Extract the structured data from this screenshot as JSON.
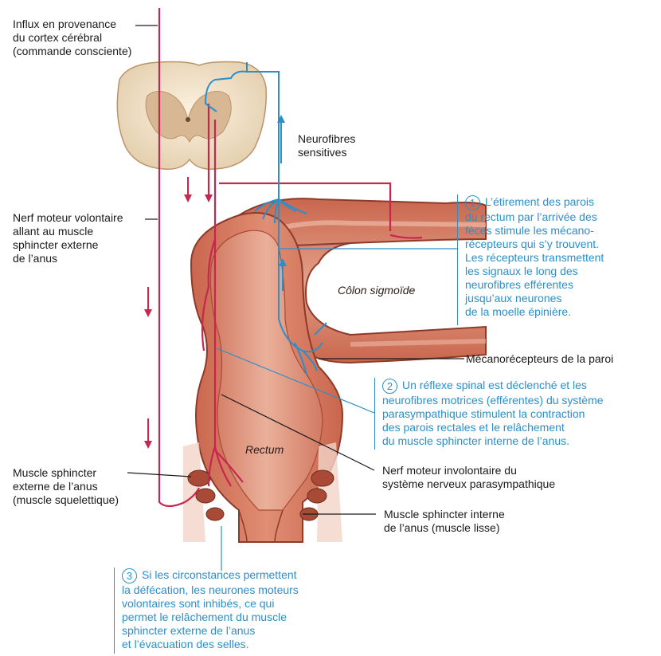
{
  "labels": {
    "influx": "Influx en provenance\ndu cortex cérébral\n(commande consciente)",
    "nerf_volontaire": "Nerf moteur volontaire\nallant au muscle\nsphincter externe\nde l’anus",
    "sphincter_externe": "Muscle sphincter\nexterne de l’anus\n(muscle squelettique)",
    "neurofibres_sensitives": "Neurofibres\nsensitives",
    "colon": "Côlon sigmoïde",
    "rectum": "Rectum",
    "mecanorecepteurs": "Mécanorécepteurs de la paroi",
    "nerf_involontaire": "Nerf moteur involontaire du\nsystème nerveux parasympathique",
    "sphincter_interne": "Muscle sphincter interne\nde l’anus (muscle lisse)"
  },
  "steps": [
    {
      "number": "1",
      "text": "L’étirement des parois\ndu rectum par l’arrivée des\nfèces stimule les mécano-\nrécepteurs qui s’y trouvent.\nLes récepteurs transmettent\nles signaux le long des\nneurofibres efférentes\njusqu’aux neurones\nde la moelle épinière."
    },
    {
      "number": "2",
      "text": "Un réflexe spinal est déclenché et les\nneurofibres motrices (efférentes) du système\nparasympathique stimulent la contraction\ndes parois rectales et le relâchement\ndu muscle sphincter interne de l’anus."
    },
    {
      "number": "3",
      "text": "Si les circonstances permettent\nla défécation, les neurones moteurs\nvolontaires sont inhibés, ce qui\npermet le relâchement du muscle\nsphincter externe de l’anus\net l’évacuation des selles."
    }
  ],
  "colors": {
    "motor_nerve": "#c8264f",
    "sensory_nerve": "#2b8fc9",
    "tissue": "#d9826a",
    "tissue_dark": "#a84a35",
    "lumen": "#e9a48c",
    "spinal_cord": "#f2e2c8",
    "leader_line": "#1a1a1a"
  }
}
